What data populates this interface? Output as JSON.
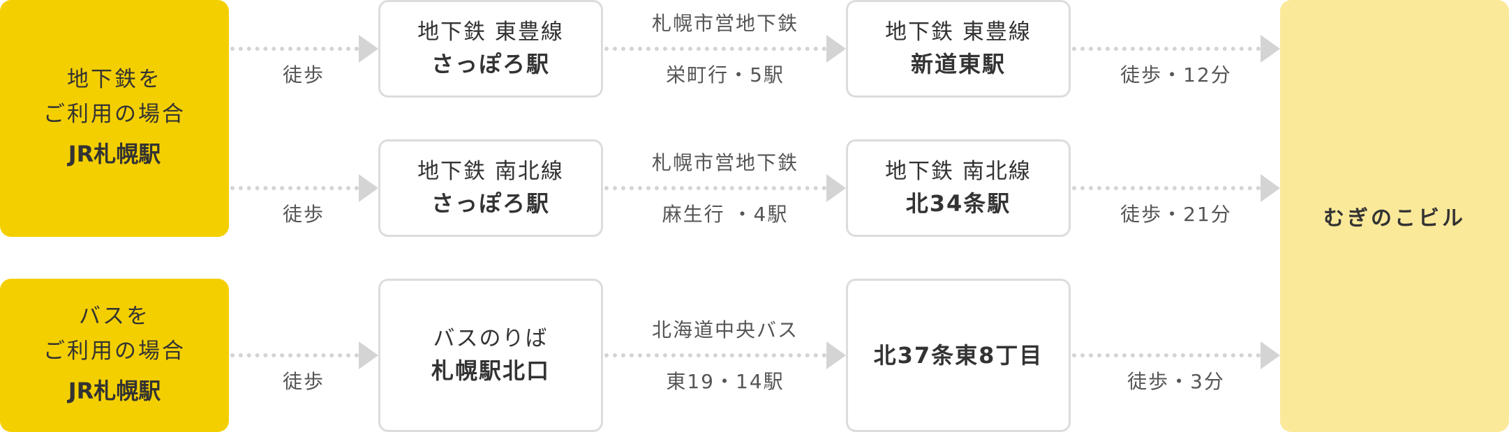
{
  "routes": [
    {
      "origin_l1": "地下鉄を",
      "origin_l2": "ご利用の場合",
      "origin_l3": "JR札幌駅",
      "walk1": "徒歩",
      "s1_top": "地下鉄 東豊線",
      "s1_name": "さっぽろ駅",
      "line_name": "札幌市営地下鉄",
      "line_detail": "栄町行・5駅",
      "s2_top": "地下鉄 東豊線",
      "s2_name": "新道東駅",
      "walk2": "徒歩・12分"
    },
    {
      "walk1": "徒歩",
      "s1_top": "地下鉄 南北線",
      "s1_name": "さっぽろ駅",
      "line_name": "札幌市営地下鉄",
      "line_detail": "麻生行 ・4駅",
      "s2_top": "地下鉄 南北線",
      "s2_name": "北34条駅",
      "walk2": "徒歩・21分"
    },
    {
      "origin_l1": "バスを",
      "origin_l2": "ご利用の場合",
      "origin_l3": "JR札幌駅",
      "walk1": "徒歩",
      "s1_top": "バスのりば",
      "s1_name": "札幌駅北口",
      "line_name": "北海道中央バス",
      "line_detail": "東19・14駅",
      "s2_name": "北37条東8丁目",
      "walk2": "徒歩・3分"
    }
  ],
  "destination": "むぎのこビル",
  "colors": {
    "origin": "#F4CF00",
    "destination": "#FBE99A",
    "connector": "#d4d4d4",
    "station_border": "#dcdcdc"
  }
}
